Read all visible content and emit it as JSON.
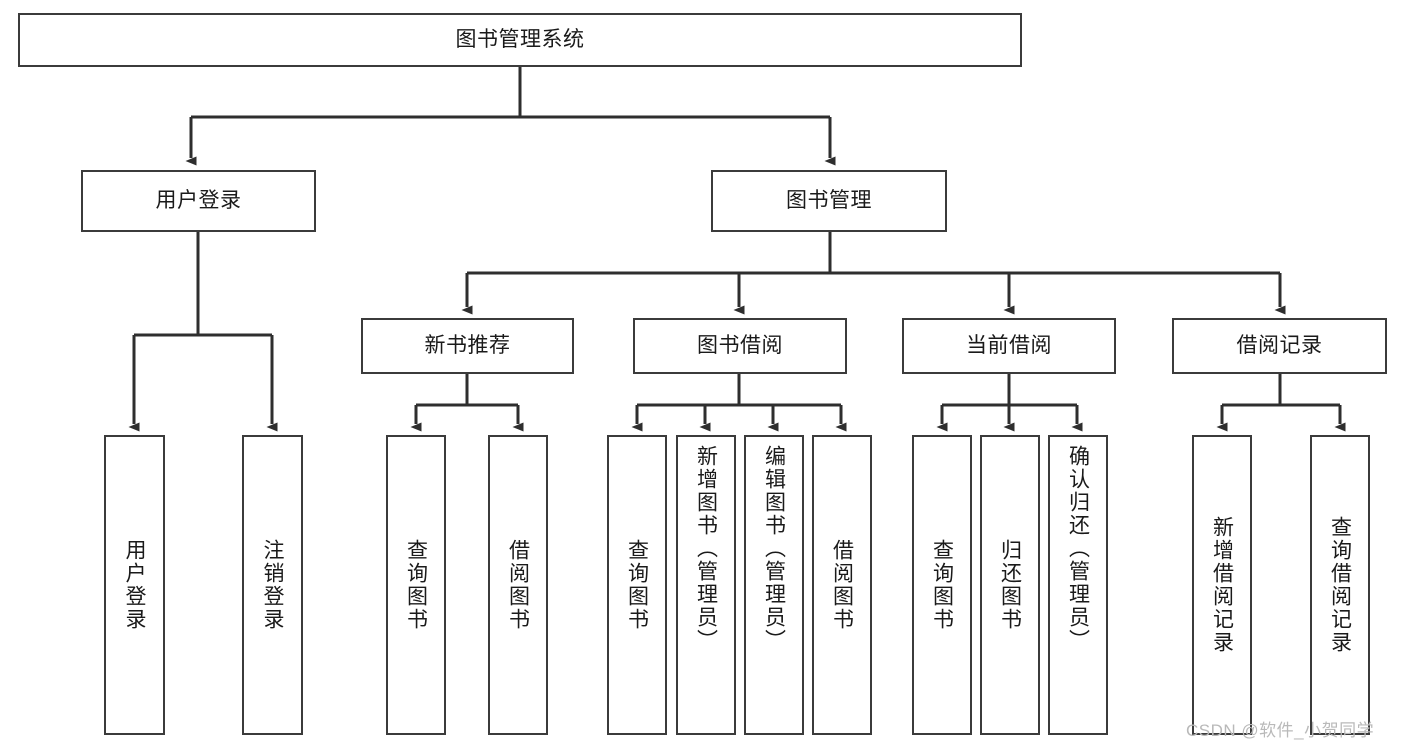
{
  "diagram": {
    "title": "图书管理系统",
    "type": "tree-hierarchy",
    "root": {
      "id": "root",
      "label": "图书管理系统"
    },
    "level2": [
      {
        "id": "user-login",
        "label": "用户登录"
      },
      {
        "id": "book-manage",
        "label": "图书管理"
      }
    ],
    "level3": [
      {
        "id": "new-book-recommend",
        "label": "新书推荐",
        "parent": "book-manage"
      },
      {
        "id": "book-borrow",
        "label": "图书借阅",
        "parent": "book-manage"
      },
      {
        "id": "current-borrow",
        "label": "当前借阅",
        "parent": "book-manage"
      },
      {
        "id": "borrow-record",
        "label": "借阅记录",
        "parent": "book-manage"
      }
    ],
    "leaves": [
      {
        "id": "leaf-user-login",
        "label": "用户登录",
        "parent": "user-login"
      },
      {
        "id": "leaf-logout-login",
        "label": "注销登录",
        "parent": "user-login"
      },
      {
        "id": "leaf-query-book-1",
        "label": "查询图书",
        "parent": "new-book-recommend"
      },
      {
        "id": "leaf-borrow-book-1",
        "label": "借阅图书",
        "parent": "new-book-recommend"
      },
      {
        "id": "leaf-query-book-2",
        "label": "查询图书",
        "parent": "book-borrow"
      },
      {
        "id": "leaf-add-book",
        "label": "新增图书（管理员）",
        "parent": "book-borrow"
      },
      {
        "id": "leaf-edit-book",
        "label": "编辑图书（管理员）",
        "parent": "book-borrow"
      },
      {
        "id": "leaf-borrow-book-2",
        "label": "借阅图书",
        "parent": "book-borrow"
      },
      {
        "id": "leaf-query-book-3",
        "label": "查询图书",
        "parent": "current-borrow"
      },
      {
        "id": "leaf-return-book",
        "label": "归还图书",
        "parent": "current-borrow"
      },
      {
        "id": "leaf-confirm-return",
        "label": "确认归还（管理员）",
        "parent": "current-borrow"
      },
      {
        "id": "leaf-add-record",
        "label": "新增借阅记录",
        "parent": "borrow-record"
      },
      {
        "id": "leaf-query-record",
        "label": "查询借阅记录",
        "parent": "borrow-record"
      }
    ]
  },
  "watermark": {
    "text": "CSDN @软件_小贺同学"
  },
  "colors": {
    "stroke": "#3b3b3b",
    "background": "#ffffff",
    "text": "#1a1a1a",
    "watermark": "#b9b9b9"
  }
}
